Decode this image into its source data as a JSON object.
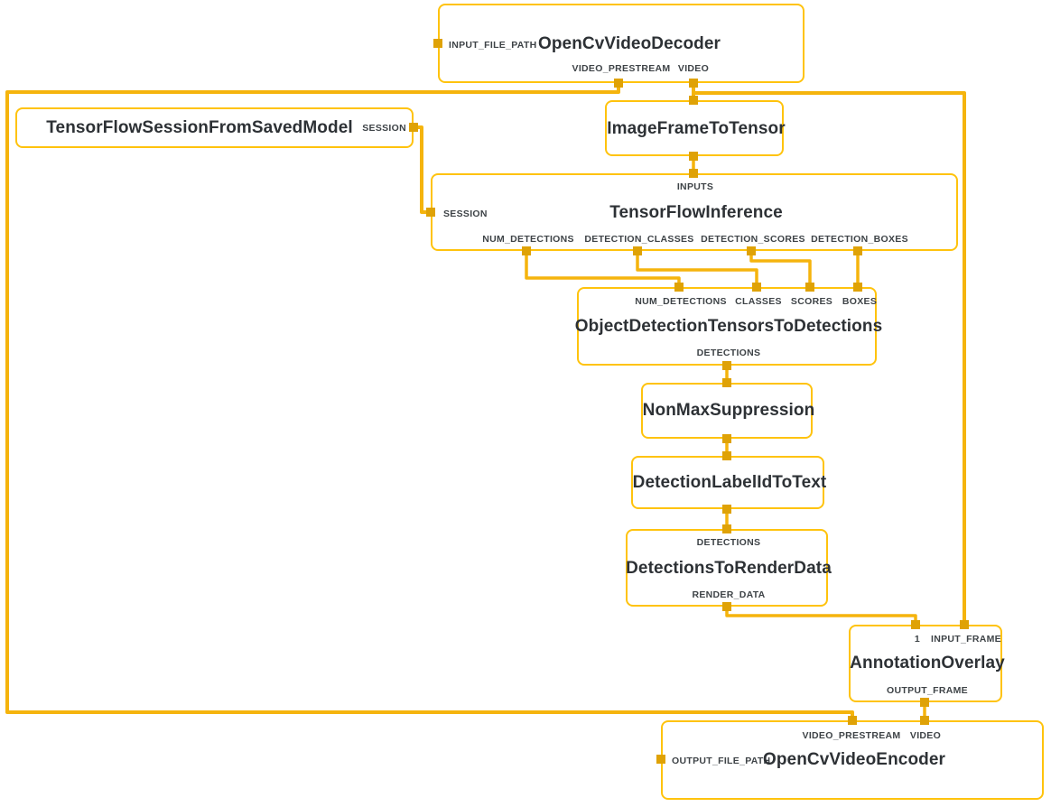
{
  "colors": {
    "node_border": "#FFC30D",
    "edge_line": "#F5B40D",
    "port_square": "#DFA206",
    "title_text": "#2D3135",
    "label_text": "#3E4347",
    "background": "#FFFFFF"
  },
  "nodes": [
    {
      "id": "opencv-video-decoder",
      "title": "OpenCvVideoDecoder",
      "left_input": "INPUT_FILE_PATH",
      "outputs": [
        "VIDEO_PRESTREAM",
        "VIDEO"
      ]
    },
    {
      "id": "tensorflow-session-from-saved-model",
      "title": "TensorFlowSessionFromSavedModel",
      "right_output": "SESSION"
    },
    {
      "id": "image-frame-to-tensor",
      "title": "ImageFrameToTensor"
    },
    {
      "id": "tensorflow-inference",
      "title": "TensorFlowInference",
      "top_input": "INPUTS",
      "left_input": "SESSION",
      "outputs": [
        "NUM_DETECTIONS",
        "DETECTION_CLASSES",
        "DETECTION_SCORES",
        "DETECTION_BOXES"
      ]
    },
    {
      "id": "object-detection-tensors-to-detections",
      "title": "ObjectDetectionTensorsToDetections",
      "inputs": [
        "NUM_DETECTIONS",
        "CLASSES",
        "SCORES",
        "BOXES"
      ],
      "outputs": [
        "DETECTIONS"
      ]
    },
    {
      "id": "non-max-suppression",
      "title": "NonMaxSuppression"
    },
    {
      "id": "detection-label-id-to-text",
      "title": "DetectionLabelIdToText"
    },
    {
      "id": "detections-to-render-data",
      "title": "DetectionsToRenderData",
      "inputs": [
        "DETECTIONS"
      ],
      "outputs": [
        "RENDER_DATA"
      ]
    },
    {
      "id": "annotation-overlay",
      "title": "AnnotationOverlay",
      "inputs": [
        "1",
        "INPUT_FRAME"
      ],
      "outputs": [
        "OUTPUT_FRAME"
      ]
    },
    {
      "id": "opencv-video-encoder",
      "title": "OpenCvVideoEncoder",
      "left_input": "OUTPUT_FILE_PATH",
      "inputs": [
        "VIDEO_PRESTREAM",
        "VIDEO"
      ]
    }
  ],
  "edges": [
    {
      "from": "OpenCvVideoDecoder.VIDEO_PRESTREAM",
      "to": "OpenCvVideoEncoder.VIDEO_PRESTREAM"
    },
    {
      "from": "OpenCvVideoDecoder.VIDEO",
      "to": "ImageFrameToTensor"
    },
    {
      "from": "OpenCvVideoDecoder.VIDEO",
      "to": "AnnotationOverlay.INPUT_FRAME"
    },
    {
      "from": "ImageFrameToTensor",
      "to": "TensorFlowInference.INPUTS"
    },
    {
      "from": "TensorFlowSessionFromSavedModel.SESSION",
      "to": "TensorFlowInference.SESSION"
    },
    {
      "from": "TensorFlowInference.NUM_DETECTIONS",
      "to": "ObjectDetectionTensorsToDetections.NUM_DETECTIONS"
    },
    {
      "from": "TensorFlowInference.DETECTION_CLASSES",
      "to": "ObjectDetectionTensorsToDetections.CLASSES"
    },
    {
      "from": "TensorFlowInference.DETECTION_SCORES",
      "to": "ObjectDetectionTensorsToDetections.SCORES"
    },
    {
      "from": "TensorFlowInference.DETECTION_BOXES",
      "to": "ObjectDetectionTensorsToDetections.BOXES"
    },
    {
      "from": "ObjectDetectionTensorsToDetections.DETECTIONS",
      "to": "NonMaxSuppression"
    },
    {
      "from": "NonMaxSuppression",
      "to": "DetectionLabelIdToText"
    },
    {
      "from": "DetectionLabelIdToText",
      "to": "DetectionsToRenderData.DETECTIONS"
    },
    {
      "from": "DetectionsToRenderData.RENDER_DATA",
      "to": "AnnotationOverlay.1"
    },
    {
      "from": "AnnotationOverlay.OUTPUT_FRAME",
      "to": "OpenCvVideoEncoder.VIDEO"
    }
  ]
}
